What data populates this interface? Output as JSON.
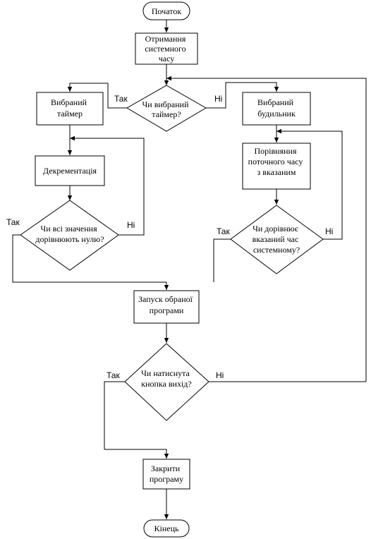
{
  "flowchart": {
    "nodes": {
      "start": "Початок",
      "get_time": [
        "Отримання",
        "системного",
        "часу"
      ],
      "timer_selected_q": [
        "Чи вибраний",
        "таймер?"
      ],
      "timer_selected": [
        "Вибраний",
        "таймер"
      ],
      "alarm_selected": [
        "Вибраний",
        "будильник"
      ],
      "decrement": "Декрементація",
      "compare": [
        "Порівняння",
        "поточного часу",
        "з вказаним"
      ],
      "all_zero_q": [
        "Чи всі значення",
        "дорівнюють нулю?"
      ],
      "equals_q": [
        "Чи дорівнює",
        "вказаний час",
        "системному?"
      ],
      "launch": [
        "Запуск обраної",
        "програми"
      ],
      "exit_q": [
        "Чи натиснута",
        "кнопка вихід?"
      ],
      "close": [
        "Закрити",
        "програму"
      ],
      "end": "Кінець"
    },
    "labels": {
      "yes": "Так",
      "no": "Ні"
    }
  }
}
